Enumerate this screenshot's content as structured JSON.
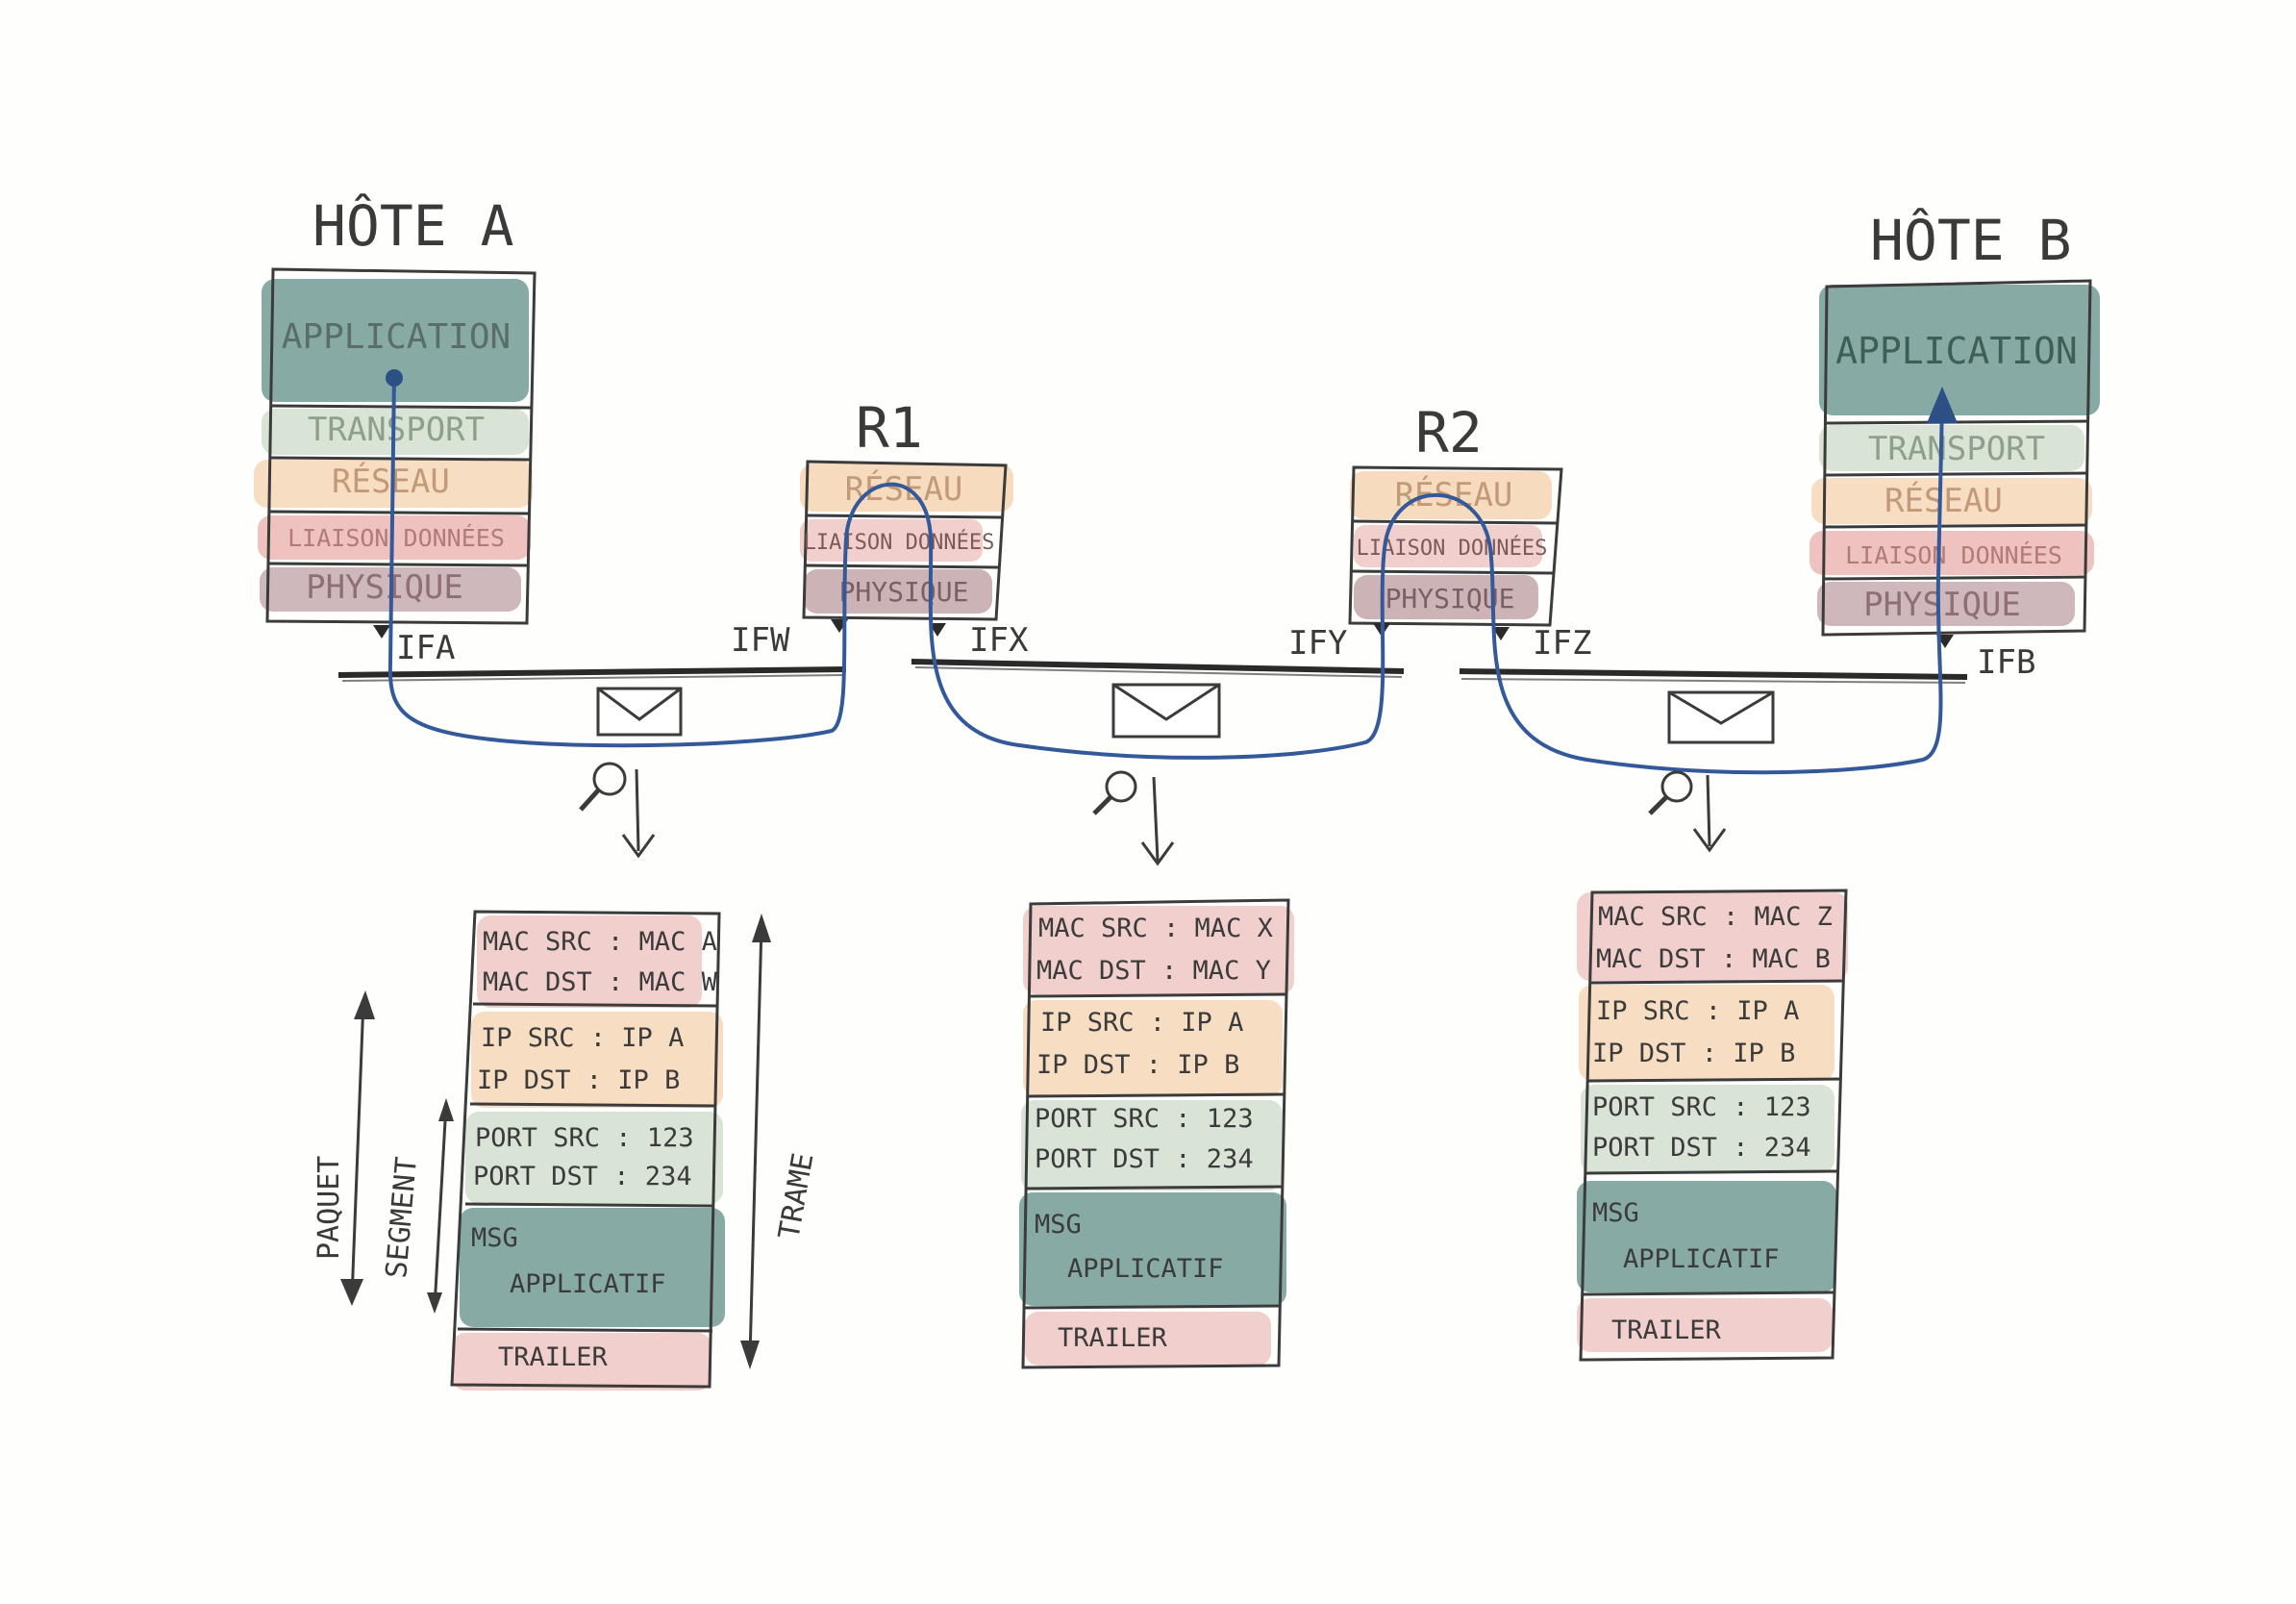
{
  "colors": {
    "application": "#5f8f85",
    "transport": "#c9d8c6",
    "reseau": "#f3cfa8",
    "liaison": "#e6a8a4",
    "physique": "#b99a9e",
    "wire": "#2a2a2a",
    "path": "#34599a",
    "outline": "#3b3b3b"
  },
  "hosts": [
    {
      "title": "HÔTE A",
      "layers": [
        {
          "key": "application",
          "label": "APPLICATION"
        },
        {
          "key": "transport",
          "label": "TRANSPORT"
        },
        {
          "key": "reseau",
          "label": "RÉSEAU"
        },
        {
          "key": "liaison",
          "label": "LIAISON DONNÉES"
        },
        {
          "key": "physique",
          "label": "PHYSIQUE"
        }
      ]
    },
    {
      "title": "HÔTE B",
      "layers": [
        {
          "key": "application",
          "label": "APPLICATION"
        },
        {
          "key": "transport",
          "label": "TRANSPORT"
        },
        {
          "key": "reseau",
          "label": "RÉSEAU"
        },
        {
          "key": "liaison",
          "label": "LIAISON DONNÉES"
        },
        {
          "key": "physique",
          "label": "PHYSIQUE"
        }
      ]
    }
  ],
  "routers": [
    {
      "title": "R1",
      "layers": [
        {
          "key": "reseau",
          "label": "RÉSEAU"
        },
        {
          "key": "liaison",
          "label": "LIAISON DONNÉES"
        },
        {
          "key": "physique",
          "label": "PHYSIQUE"
        }
      ]
    },
    {
      "title": "R2",
      "layers": [
        {
          "key": "reseau",
          "label": "RÉSEAU"
        },
        {
          "key": "liaison",
          "label": "LIAISON DONNÉES"
        },
        {
          "key": "physique",
          "label": "PHYSIQUE"
        }
      ]
    }
  ],
  "interfaces": [
    "IFA",
    "IFW",
    "IFX",
    "IFY",
    "IFZ",
    "IFB"
  ],
  "packets": [
    {
      "rows": [
        {
          "key": "liaison",
          "lines": [
            "MAC SRC : MAC A",
            "MAC DST : MAC W"
          ]
        },
        {
          "key": "reseau",
          "lines": [
            "IP SRC : IP A",
            "IP DST : IP B"
          ]
        },
        {
          "key": "transport",
          "lines": [
            "PORT SRC : 123",
            "PORT DST : 234"
          ]
        },
        {
          "key": "application",
          "lines": [
            "MSG",
            "APPLICATIF"
          ]
        },
        {
          "key": "liaison",
          "lines": [
            "TRAILER"
          ]
        }
      ]
    },
    {
      "rows": [
        {
          "key": "liaison",
          "lines": [
            "MAC SRC : MAC X",
            "MAC DST : MAC Y"
          ]
        },
        {
          "key": "reseau",
          "lines": [
            "IP SRC : IP A",
            "IP DST : IP B"
          ]
        },
        {
          "key": "transport",
          "lines": [
            "PORT SRC : 123",
            "PORT DST : 234"
          ]
        },
        {
          "key": "application",
          "lines": [
            "MSG",
            "APPLICATIF"
          ]
        },
        {
          "key": "liaison",
          "lines": [
            "TRAILER"
          ]
        }
      ]
    },
    {
      "rows": [
        {
          "key": "liaison",
          "lines": [
            "MAC SRC : MAC Z",
            "MAC DST : MAC B"
          ]
        },
        {
          "key": "reseau",
          "lines": [
            "IP SRC : IP A",
            "IP DST : IP B"
          ]
        },
        {
          "key": "transport",
          "lines": [
            "PORT SRC : 123",
            "PORT DST : 234"
          ]
        },
        {
          "key": "application",
          "lines": [
            "MSG",
            "APPLICATIF"
          ]
        },
        {
          "key": "liaison",
          "lines": [
            "TRAILER"
          ]
        }
      ]
    }
  ],
  "side_labels": {
    "paquet": "PAQUET",
    "segment": "SEGMENT",
    "trame": "TRAME"
  },
  "icons": [
    "envelope-icon",
    "magnifier-icon",
    "arrow-down-icon"
  ]
}
